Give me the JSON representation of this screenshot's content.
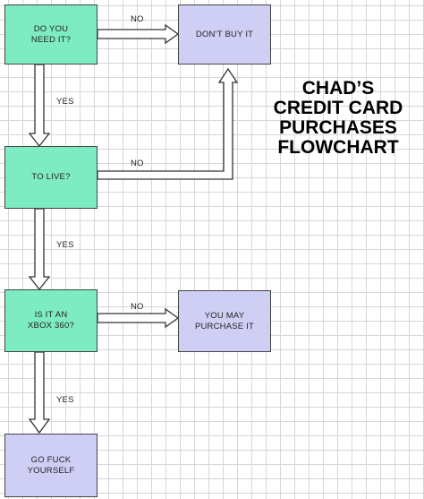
{
  "title": "CHAD’S\nCREDIT CARD\nPURCHASES\nFLOWCHART",
  "nodes": {
    "need": "DO YOU\nNEED IT?",
    "dont_buy": "DON’T BUY IT",
    "to_live": "TO LIVE?",
    "xbox": "IS IT AN\nXBOX 360?",
    "may_purchase": "YOU MAY\nPURCHASE IT",
    "go_f": "GO FUCK\nYOURSELF"
  },
  "edge_labels": {
    "need_no": "NO",
    "need_yes": "YES",
    "live_no": "NO",
    "live_yes": "YES",
    "xbox_no": "NO",
    "xbox_yes": "YES"
  },
  "colors": {
    "decision_fill": "#7eecc2",
    "outcome_fill": "#cfcff5",
    "border": "#444444",
    "grid": "#d7d7d7"
  }
}
